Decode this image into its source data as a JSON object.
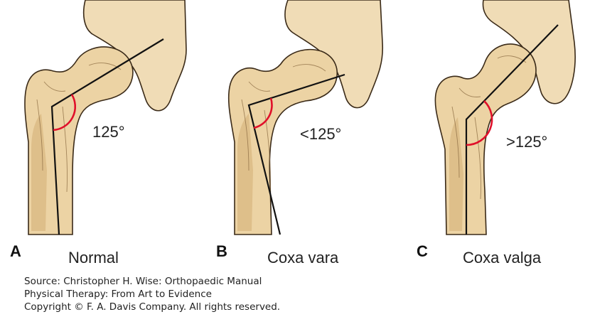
{
  "panels": [
    {
      "letter": "A",
      "caption": "Normal",
      "angle": "125°"
    },
    {
      "letter": "B",
      "caption": "Coxa vara",
      "angle": "<125°"
    },
    {
      "letter": "C",
      "caption": "Coxa valga",
      "angle": ">125°"
    }
  ],
  "source": {
    "line1": "Source: Christopher H. Wise: Orthopaedic Manual",
    "line2": "Physical Therapy: From Art to Evidence",
    "line3": "Copyright © F. A. Davis Company. All rights reserved."
  },
  "colors": {
    "bone": "#ecd3a4",
    "outline": "#3a2a18",
    "angle_arc": "#e0102a",
    "axis_line": "#111111"
  }
}
